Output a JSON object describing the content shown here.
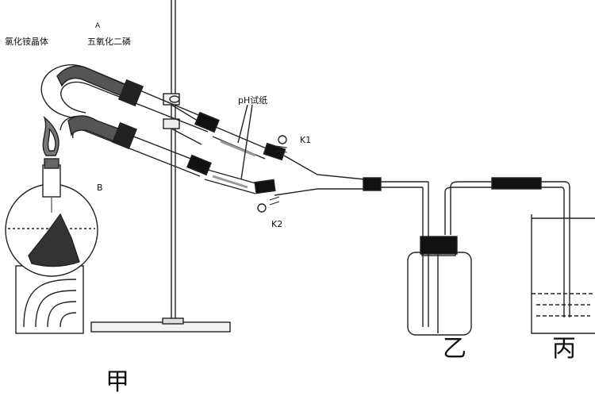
{
  "labels": {
    "ammonium_chloride": "氯化铵晶体",
    "marker_a": "A",
    "phosphorus_pentoxide": "五氧化二磷",
    "ph_paper": "pH试纸",
    "k1": "K1",
    "k2": "K2",
    "marker_b": "B"
  },
  "apparatus": {
    "jia": "甲",
    "yi": "乙",
    "bing": "丙"
  }
}
